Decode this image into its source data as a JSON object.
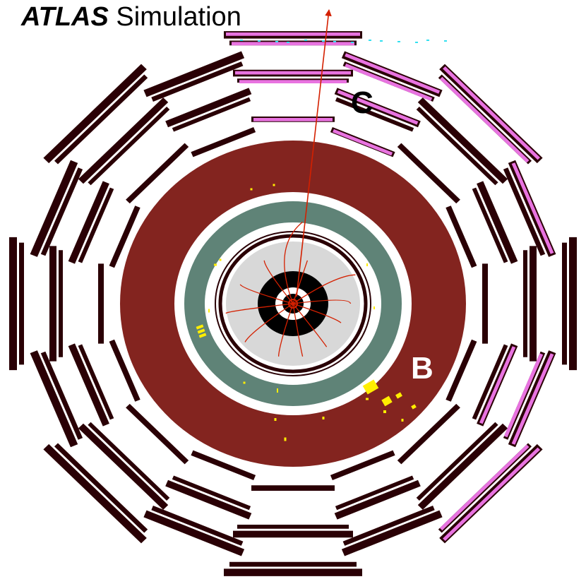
{
  "header": {
    "experiment": "ATLAS",
    "subtitle": "Simulation"
  },
  "labels": {
    "calorimeter_marker": "B",
    "muon_marker": "C"
  },
  "colors": {
    "background": "#ffffff",
    "muon_chamber": "#2a0005",
    "muon_hit": "#e873e0",
    "muon_hit_trace": "#33e0f0",
    "hadronic_calorimeter": "#83241f",
    "em_calorimeter": "#5f8377",
    "inner_detector": "#d8d8d8",
    "beam_pipe": "#000000",
    "track": "#d42000",
    "energy_deposit": "#ffee00",
    "label_on_dark": "#ffffff",
    "label_on_light": "#000000"
  }
}
